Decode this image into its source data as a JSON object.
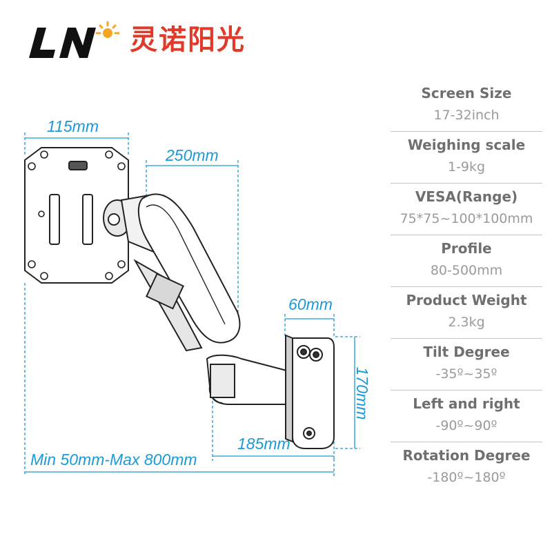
{
  "brand": {
    "logo_letters": "LN",
    "name_cn": "灵诺阳光",
    "colors": {
      "letters": "#111111",
      "sun": "#f5a623",
      "name": "#e03a2b"
    }
  },
  "dimensions": {
    "plate_width": "115mm",
    "arm_length": "250mm",
    "wall_plate_width": "60mm",
    "wall_plate_height": "170mm",
    "wall_arm_length": "185mm",
    "extension_range": "Min 50mm-Max 800mm",
    "color": "#1a9ad6"
  },
  "specs": [
    {
      "name": "Screen Size",
      "value": "17-32inch"
    },
    {
      "name": "Weighing scale",
      "value": "1-9kg"
    },
    {
      "name": "VESA(Range)",
      "value": "75*75~100*100mm"
    },
    {
      "name": "Profile",
      "value": "80-500mm"
    },
    {
      "name": "Product Weight",
      "value": "2.3kg"
    },
    {
      "name": "Tilt Degree",
      "value": "-35º~35º"
    },
    {
      "name": "Left and right",
      "value": "-90º~90º"
    },
    {
      "name": "Rotation Degree",
      "value": "-180º~180º"
    }
  ]
}
